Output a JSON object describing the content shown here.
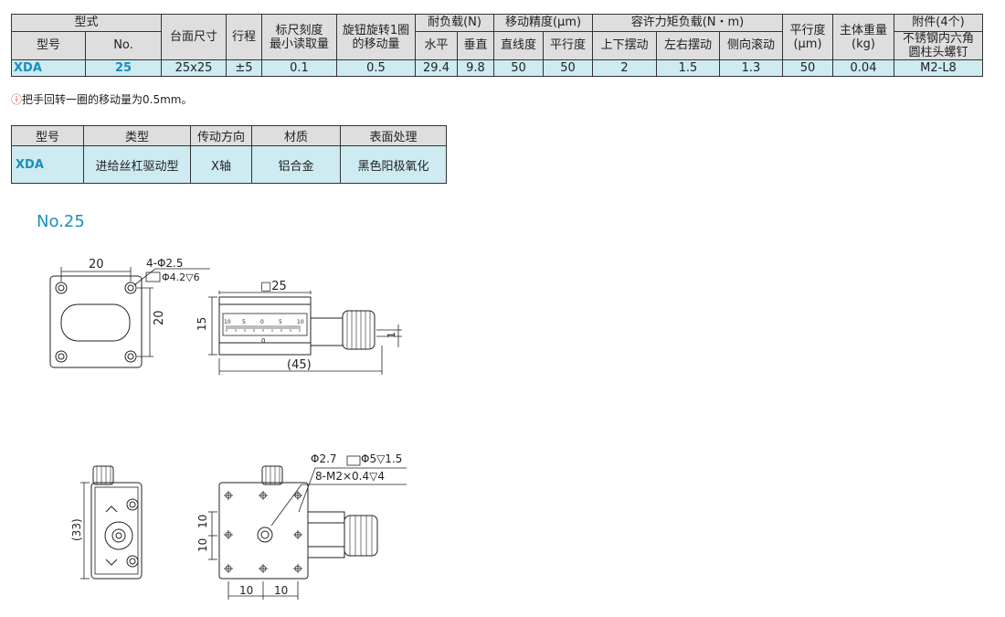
{
  "spec_table": {
    "group_type": "型式",
    "col_model": "型号",
    "col_no": "No.",
    "col_table_size": "台面尺寸",
    "col_stroke": "行程",
    "col_scale_l1": "标尺刻度",
    "col_scale_l2": "最小读取量",
    "col_knob_l1": "旋钮旋转1圈",
    "col_knob_l2": "的移动量",
    "group_load": "耐负载(N)",
    "col_horizontal": "水平",
    "col_vertical": "垂直",
    "group_precision": "移动精度(μm)",
    "col_straightness": "直线度",
    "col_parallel_move": "平行度",
    "group_moment": "容许力矩负载(N・m)",
    "col_pitch": "上下摆动",
    "col_yaw": "左右摆动",
    "col_roll": "侧向滚动",
    "col_parallelism": "平行度",
    "col_parallelism_unit": "(μm)",
    "col_weight": "主体重量",
    "col_weight_unit": "(kg)",
    "group_accessory": "附件(4个)",
    "col_accessory_l1": "不锈钢内六角",
    "col_accessory_l2": "圆柱头螺钉",
    "row": {
      "model": "XDA",
      "no": "25",
      "table_size": "25x25",
      "stroke": "±5",
      "scale_min": "0.1",
      "knob_move": "0.5",
      "load_h": "29.4",
      "load_v": "9.8",
      "straightness": "50",
      "parallel_move": "50",
      "pitch": "2",
      "yaw": "1.5",
      "roll": "1.3",
      "parallelism": "50",
      "weight": "0.04",
      "accessory": "M2-L8"
    }
  },
  "note": {
    "mark": "!",
    "text": "把手回转一圈的移动量为0.5mm。"
  },
  "props_table": {
    "col_model": "型号",
    "col_type": "类型",
    "col_direction": "传动方向",
    "col_material": "材质",
    "col_surface": "表面处理",
    "row": {
      "model": "XDA",
      "type": "进给丝杠驱动型",
      "direction": "X轴",
      "material": "铝合金",
      "surface": "黑色阳极氧化"
    }
  },
  "drawing": {
    "title": "No.25",
    "dim_20_top": "20",
    "dim_holes": "4-Φ2.5",
    "dim_cbore": "Φ4.2▽6",
    "dim_20_side": "20",
    "dim_square": "□25",
    "dim_15": "15",
    "dim_1": "1",
    "dim_45": "(45)",
    "scale_marks": [
      "10",
      "5",
      "0",
      "5",
      "10"
    ],
    "scale_zero": "0",
    "dim_33": "(33)",
    "dim_pin": "Φ2.7",
    "dim_pin_cbore": "Φ5▽1.5",
    "dim_tap": "8-M2×0.4▽4",
    "dim_10_a": "10",
    "dim_10_b": "10",
    "dim_10_c": "10",
    "dim_10_d": "10"
  }
}
